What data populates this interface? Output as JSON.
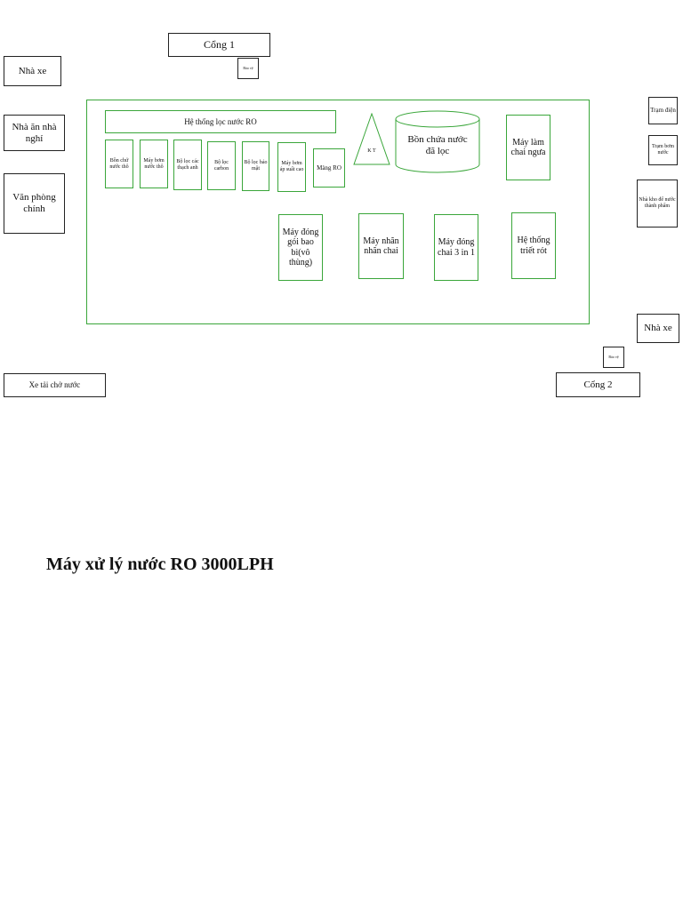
{
  "diagram": {
    "outside": {
      "gate_1": "Cổng 1",
      "guard_1": "Bảo vệ",
      "parking_left": "Nhà xe",
      "canteen_rest": "Nhà ăn nhà nghỉ",
      "main_office": "Văn phòng chính",
      "water_truck": "Xe tải chở nước",
      "power_station": "Trạm điện",
      "pump_station": "Trạm bơm nước",
      "finished_warehouse": "Nhà kho để nước thành phẩm",
      "parking_right": "Nhà xe",
      "guard_2": "Bảo vệ",
      "gate_2": "Cổng 2"
    },
    "factory": {
      "ro_system": "Hệ thống lọc nước RO",
      "steps": [
        "Bồn chứ nước thô",
        "Máy bơm nước thô",
        "Bộ lọc các thạch anh",
        "Bộ lọc carbon",
        "Bộ lọc bảo mật",
        "Máy bơm áp suất cao",
        "Màng RO"
      ],
      "kt": "K T",
      "tank": "Bồn chứa nước đã lọc",
      "bottle_blow": "Máy làm chai ngưa",
      "packing": "Máy đóng gói bao bì(vô thùng)",
      "labeling": "Máy nhãn nhãn chai",
      "filling_3in1": "Máy đóng chai 3 in 1",
      "filling_system": "Hệ thống triết rót"
    }
  },
  "caption": "Máy xử lý nước RO 3000LPH"
}
